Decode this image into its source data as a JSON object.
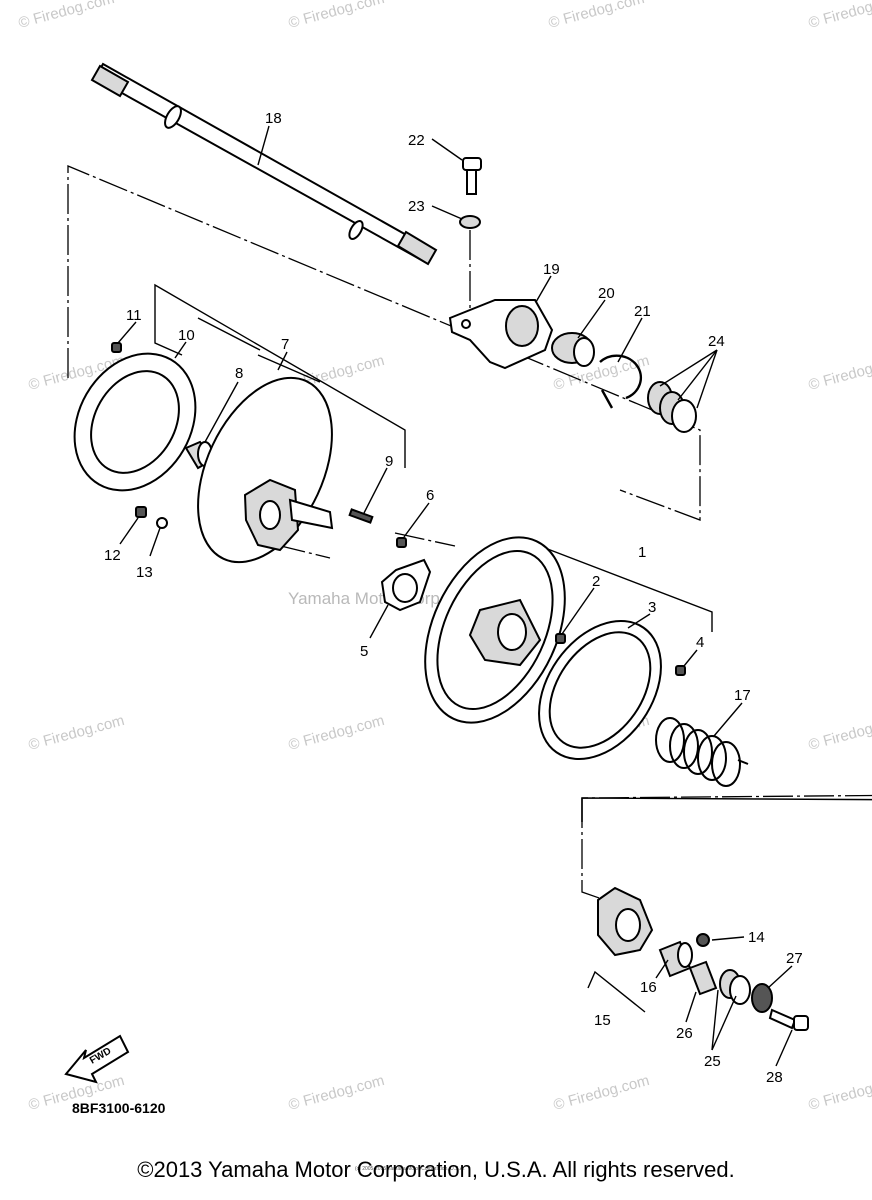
{
  "watermark": "© Firedog.com",
  "center_watermark": "Yamaha Motor Corporation, U.S.A.",
  "fine_print": "(c) 2005-2015 Yamaha Motor Corporation, U.S.A.",
  "part_code": "8BF3100-6120",
  "fwd_label": "FWD",
  "copyright": "©2013 Yamaha Motor Corporation, U.S.A. All rights reserved.",
  "callouts": {
    "c1": "1",
    "c2": "2",
    "c3": "3",
    "c4": "4",
    "c5": "5",
    "c6": "6",
    "c7": "7",
    "c8": "8",
    "c9": "9",
    "c10": "10",
    "c11": "11",
    "c12": "12",
    "c13": "13",
    "c14": "14",
    "c15": "15",
    "c16": "16",
    "c17": "17",
    "c18": "18",
    "c19": "19",
    "c20": "20",
    "c21": "21",
    "c22": "22",
    "c23": "23",
    "c24": "24",
    "c25": "25",
    "c26": "26",
    "c27": "27",
    "c28": "28"
  }
}
